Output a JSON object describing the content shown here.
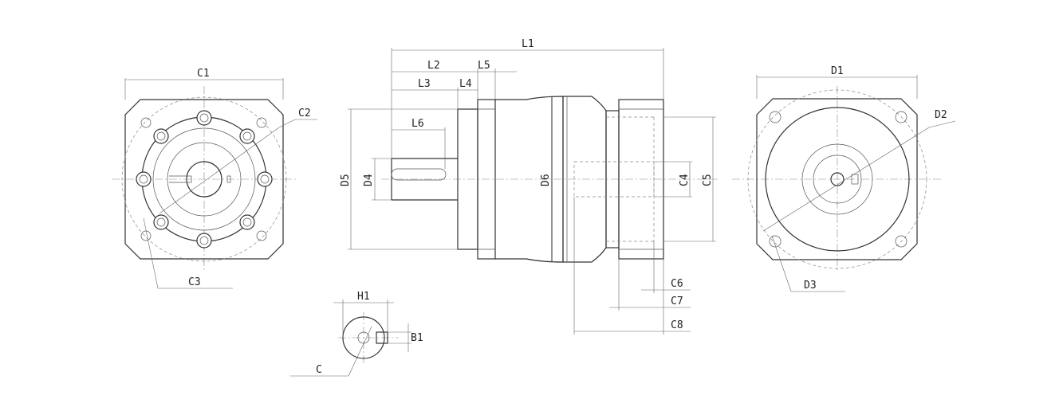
{
  "labels": {
    "c1": "C1",
    "c2": "C2",
    "c3": "C3",
    "l1": "L1",
    "l2": "L2",
    "l3": "L3",
    "l4": "L4",
    "l5": "L5",
    "l6": "L6",
    "d1": "D1",
    "d2": "D2",
    "d3": "D3",
    "d4": "D4",
    "d5": "D5",
    "d6": "D6",
    "c4": "C4",
    "c5": "C5",
    "c6": "C6",
    "c7": "C7",
    "c8": "C8",
    "h1": "H1",
    "b1": "B1",
    "c": "C"
  },
  "colors": {
    "line": "#333333",
    "text": "#222222"
  }
}
